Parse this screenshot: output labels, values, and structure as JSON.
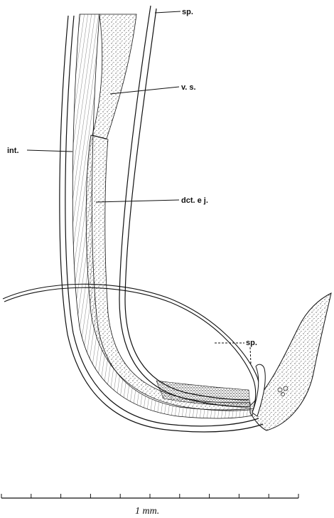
{
  "labels": {
    "sp_top": "sp.",
    "vs": "v. s.",
    "int": "int.",
    "dct_ej": "dct. e j.",
    "sp_right": "sp."
  },
  "scale_bar": {
    "label": "1 mm.",
    "ticks": 10
  },
  "colors": {
    "ink": "#111111",
    "paper": "#ffffff",
    "stipple": "#2a2a2a"
  }
}
